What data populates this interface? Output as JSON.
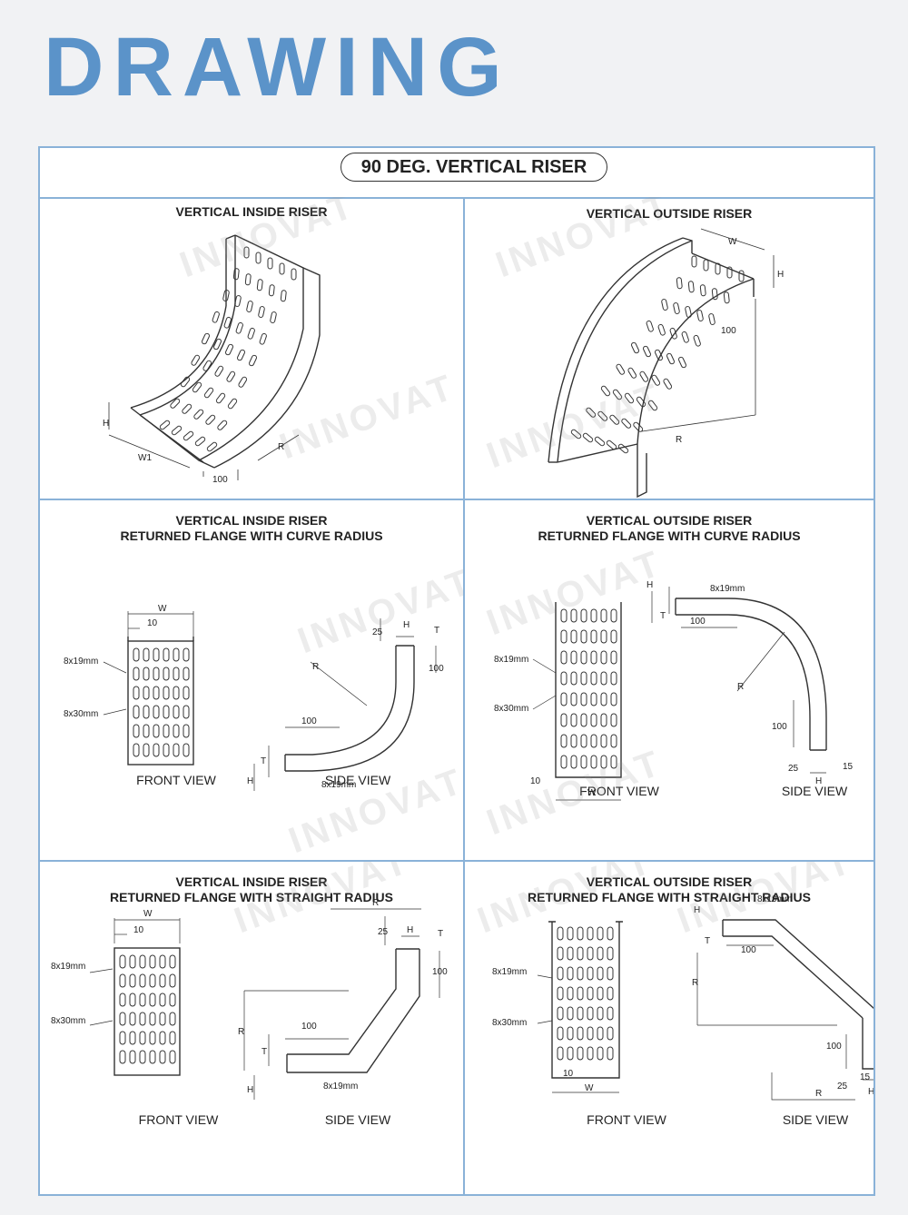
{
  "heading": "DRAWING",
  "title": "90 DEG. VERTICAL RISER",
  "watermark": "INNOVAT",
  "colors": {
    "heading": "#5b93c9",
    "frame": "#8ab2d8"
  },
  "panels": [
    {
      "title_lines": [
        "VERTICAL INSIDE RISER"
      ],
      "dims": {
        "h": "H",
        "w": "W1",
        "len": "100",
        "r": "R"
      }
    },
    {
      "title_lines": [
        "VERTICAL OUTSIDE RISER"
      ],
      "dims": {
        "w": "W",
        "h": "H",
        "len": "100",
        "r": "R"
      }
    },
    {
      "title_lines": [
        "VERTICAL INSIDE RISER",
        "RETURNED FLANGE WITH CURVE RADIUS"
      ],
      "front": {
        "w": "W",
        "ten": "10",
        "slot_small": "8x19mm",
        "slot_large": "8x30mm"
      },
      "side": {
        "r": "R",
        "h": "H",
        "t": "T",
        "len_top": "100",
        "len_bottom": "100",
        "twentyfive": "25",
        "slot": "8x19mm"
      },
      "front_label": "FRONT VIEW",
      "side_label": "SIDE VIEW"
    },
    {
      "title_lines": [
        "VERTICAL OUTSIDE RISER",
        "RETURNED FLANGE WITH CURVE RADIUS"
      ],
      "front": {
        "w": "W",
        "ten": "10",
        "slot_small": "8x19mm",
        "slot_large": "8x30mm"
      },
      "side": {
        "r": "R",
        "h": "H",
        "t": "T",
        "len_top": "100",
        "len_bottom": "100",
        "twentyfive": "25",
        "fifteen": "15",
        "slot": "8x19mm"
      },
      "front_label": "FRONT VIEW",
      "side_label": "SIDE VIEW"
    },
    {
      "title_lines": [
        "VERTICAL INSIDE RISER",
        "RETURNED FLANGE WITH STRAIGHT RADIUS"
      ],
      "front": {
        "w": "W",
        "ten": "10",
        "slot_small": "8x19mm",
        "slot_large": "8x30mm"
      },
      "side": {
        "r": "R",
        "h": "H",
        "t": "T",
        "len_top": "100",
        "len_bottom": "100",
        "twentyfive": "25",
        "slot": "8x19mm"
      },
      "front_label": "FRONT VIEW",
      "side_label": "SIDE VIEW"
    },
    {
      "title_lines": [
        "VERTICAL OUTSIDE RISER",
        "RETURNED FLANGE WITH STRAIGHT RADIUS"
      ],
      "front": {
        "w": "W",
        "ten": "10",
        "slot_small": "8x19mm",
        "slot_large": "8x30mm"
      },
      "side": {
        "r": "R",
        "h": "H",
        "t": "T",
        "len_top": "100",
        "len_bottom": "100",
        "twentyfive": "25",
        "fifteen": "15",
        "slot": "8x19mm"
      },
      "front_label": "FRONT VIEW",
      "side_label": "SIDE VIEW"
    }
  ]
}
